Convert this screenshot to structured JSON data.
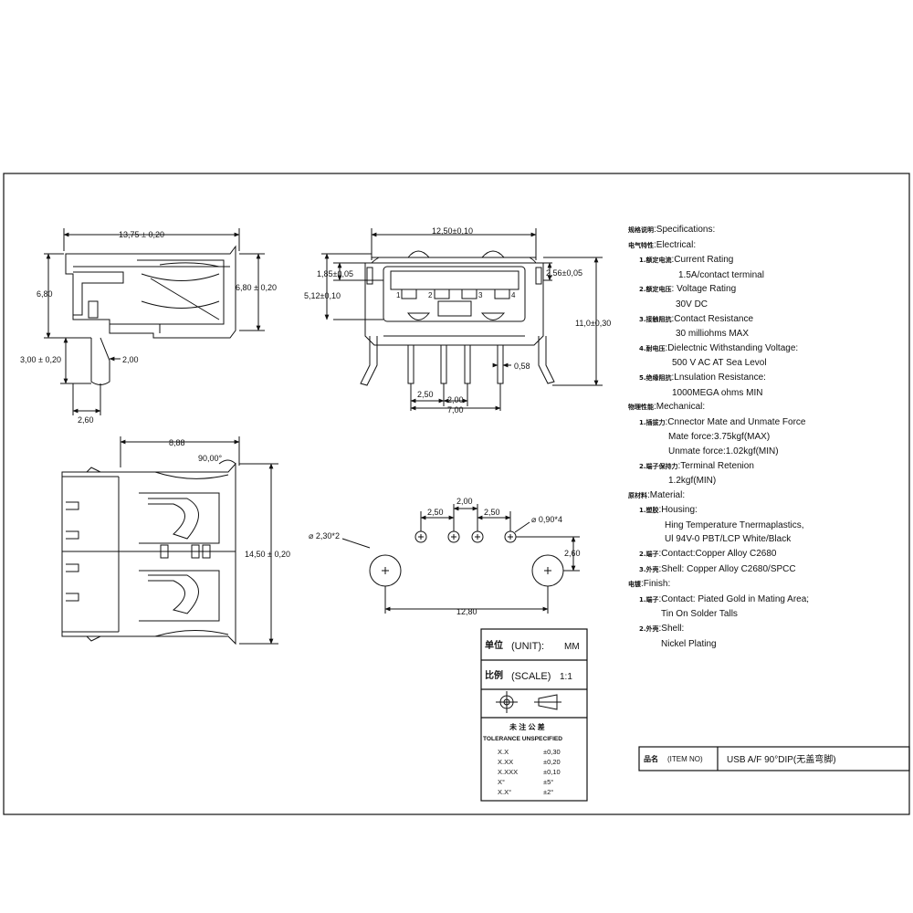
{
  "dimensions": {
    "side_top_width": "13,75 ± 0,20",
    "side_left_height": "6,80",
    "side_right_height": "6,80 ± 0,20",
    "side_pin_len": "3,00 ± 0,20",
    "side_pin_width": "2,00",
    "side_pin_offset": "2,60",
    "front_top_width": "12,50±0,10",
    "front_left_1": "1,85±0,05",
    "front_left_2": "5,12±0,10",
    "front_right_1": "2,56±0,05",
    "front_right_height": "11,0±0,30",
    "front_pin_w": "0,58",
    "front_pitch_1": "2,50",
    "front_pitch_2": "2,00",
    "front_pitch_total": "7,00",
    "pin_labels": [
      "1",
      "2",
      "3",
      "4"
    ],
    "top_width": "8,88",
    "top_angle": "90,00°",
    "top_height": "14,50 ± 0,20",
    "pcb_pitch_1": "2,50",
    "pcb_pitch_2": "2,00",
    "pcb_pitch_3": "2,50",
    "pcb_hole_small": "⌀ 0,90*4",
    "pcb_hole_big": "⌀ 2,30*2",
    "pcb_offset": "2,60",
    "pcb_span": "12,80"
  },
  "unit_box": {
    "unit_cn": "单位",
    "unit_label": "(UNIT):",
    "unit_value": "MM",
    "scale_cn": "比例",
    "scale_label": "(SCALE)",
    "scale_value": "1:1",
    "tol_cn": "未 注 公 差",
    "tol_title": "TOLERANCE UNSPECIFIED",
    "tolerances": [
      {
        "key": "X.X",
        "val": "±0,30"
      },
      {
        "key": "X.XX",
        "val": "±0,20"
      },
      {
        "key": "X.XXX",
        "val": "±0,10"
      },
      {
        "key": "X°",
        "val": "±5°"
      },
      {
        "key": "X.X°",
        "val": "±2°"
      }
    ]
  },
  "item_box": {
    "cn": "品名",
    "label": "(ITEM NO)",
    "value": "USB A/F 90°DIP(无盖弯脚)"
  },
  "spec": {
    "title_cn": "规格说明",
    "title": ":Specifications:",
    "electrical_cn": "电气特性",
    "electrical": ":Electrical:",
    "e1_cn": "1.额定电流",
    "e1": ":Current Rating",
    "e1_v": "1.5A/contact terminal",
    "e2_cn": "2.额定电压",
    "e2": ": Voltage Rating",
    "e2_v": "30V DC",
    "e3_cn": "3.接触阻抗",
    "e3": ":Contact Resistance",
    "e3_v": "30 milliohms MAX",
    "e4_cn": "4.耐电压",
    "e4": ":Dielectnic Withstanding Voltage:",
    "e4_v": "500 V AC AT Sea Levol",
    "e5_cn": "5.绝缘阻抗",
    "e5": ":Lnsulation Resistance:",
    "e5_v": "1000MEGA ohms MIN",
    "mech_cn": "物理性能",
    "mech": ":Mechanical:",
    "m1_cn": "1.插拔力",
    "m1": ":Cnnector Mate and Unmate Force",
    "m1_v1": "Mate force:3.75kgf(MAX)",
    "m1_v2": "Unmate force:1.02kgf(MIN)",
    "m2_cn": "2.端子保持力",
    "m2": ":Terminal Retenion",
    "m2_v": "1.2kgf(MIN)",
    "mat_cn": "原材料",
    "mat": ":Material:",
    "mt1_cn": "1.塑胶",
    "mt1": ":Housing:",
    "mt1_v1": "Hing Temperature  Tnermaplastics,",
    "mt1_v2": "Ul 94V-0  PBT/LCP White/Black",
    "mt2_cn": "2.端子",
    "mt2": ":Contact:Copper Alloy C2680",
    "mt3_cn": "3.外壳",
    "mt3": ":Shell: Copper Alloy C2680/SPCC",
    "fin_cn": "电镀",
    "fin": ":Finish:",
    "f1_cn": "1.端子",
    "f1": ":Contact: Piated Gold in Mating Area;",
    "f1_v": "Tin On Solder Talls",
    "f2_cn": "2.外壳",
    "f2": ":Shell:",
    "f2_v": "Nickel Plating"
  }
}
